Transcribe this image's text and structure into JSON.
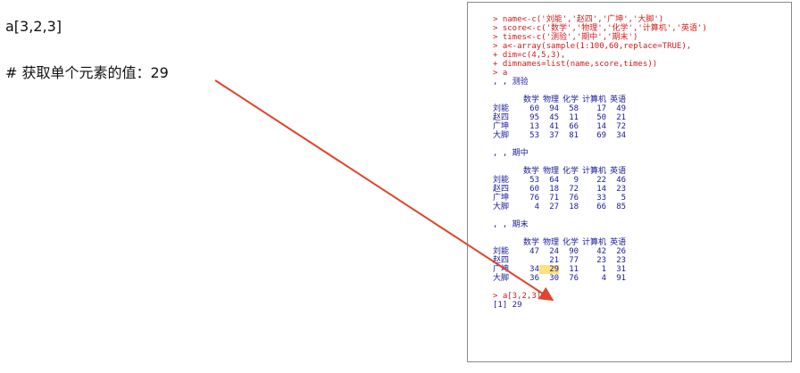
{
  "notes": {
    "code": "a[3,2,3]",
    "comment": "# 获取单个元素的值：29"
  },
  "console": {
    "commands": [
      "> name<-c('刘能','赵四','广坤','大脚')",
      "> score<-c('数学','物理','化学','计算机','英语')",
      "> times<-c('测验','期中','期末')",
      "> a<-array(sample(1:100,60,replace=TRUE),",
      "+ dim=c(4,5,3),",
      "+ dimnames=list(name,score,times))",
      "> a"
    ],
    "columns": [
      "数学",
      "物理",
      "化学",
      "计算机",
      "英语"
    ],
    "rows": [
      "刘能",
      "赵四",
      "广坤",
      "大脚"
    ],
    "blocks": [
      {
        "title": ", , 测验",
        "values": [
          [
            60,
            94,
            58,
            17,
            49
          ],
          [
            95,
            45,
            11,
            50,
            21
          ],
          [
            13,
            41,
            66,
            14,
            72
          ],
          [
            53,
            37,
            81,
            69,
            34
          ]
        ]
      },
      {
        "title": ", , 期中",
        "values": [
          [
            53,
            64,
            9,
            22,
            46
          ],
          [
            60,
            18,
            72,
            14,
            23
          ],
          [
            76,
            71,
            76,
            33,
            5
          ],
          [
            4,
            27,
            18,
            66,
            85
          ]
        ]
      },
      {
        "title": ", , 期末",
        "values": [
          [
            47,
            24,
            90,
            42,
            26
          ],
          [
            null,
            21,
            77,
            23,
            23
          ],
          [
            34,
            29,
            11,
            1,
            31
          ],
          [
            36,
            30,
            76,
            4,
            91
          ]
        ]
      }
    ],
    "final_command": "> a[3,2,3]",
    "final_output": "[1] 29"
  },
  "highlight": {
    "block": 2,
    "row": 2,
    "col": 1
  },
  "colors": {
    "arrow": "#e0452c",
    "highlight": "#ffe27a",
    "command": "#d11a1a",
    "output": "#1a1a9b"
  }
}
